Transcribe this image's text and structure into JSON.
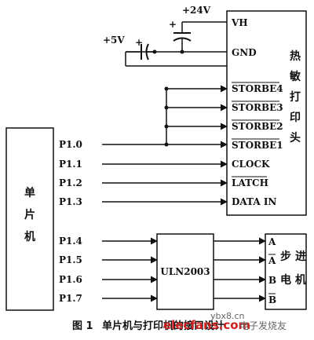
{
  "mcu": {
    "label": "单片机",
    "pins": [
      "P1.0",
      "P1.1",
      "P1.2",
      "P1.3",
      "P1.4",
      "P1.5",
      "P1.6",
      "P1.7"
    ]
  },
  "printer": {
    "label": "热敏打印头",
    "pins": [
      "VH",
      "GND",
      "STORBE4",
      "STORBE3",
      "STORBE2",
      "STORBE1",
      "CLOCK",
      "LATCH",
      "DATA IN"
    ]
  },
  "driver": {
    "label": "ULN2003"
  },
  "motor": {
    "label": "步进电机",
    "pins": [
      "A",
      "A",
      "B",
      "B"
    ]
  },
  "power": {
    "v24": "+24V",
    "v5": "+5V",
    "plus_a": "+",
    "plus_b": "+"
  },
  "caption": {
    "fig": "图 1",
    "text": "单片机与打印机的接口设计"
  },
  "watermark": {
    "site": "ybx8.cn",
    "brand": "elecfans.com",
    "suffix": "电子发烧友"
  },
  "colors": {
    "line": "#111111",
    "watermark_red": "#cc1f1f"
  }
}
